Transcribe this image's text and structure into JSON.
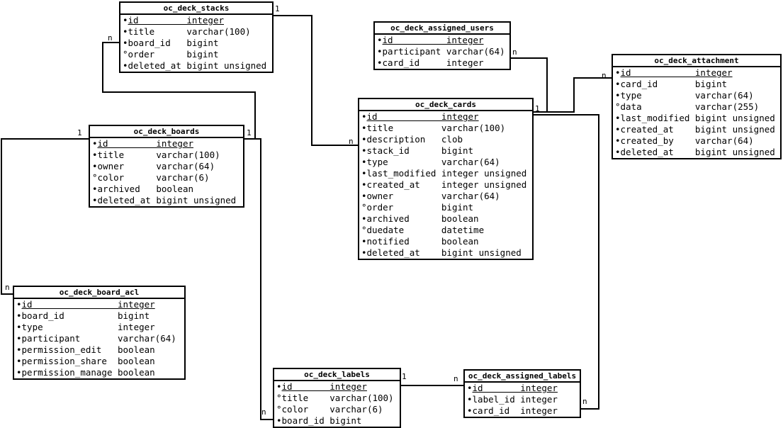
{
  "diagram": {
    "colors": {
      "line": "#000000",
      "background": "#ffffff",
      "text": "#000000"
    },
    "icons": {
      "required_bullet": "•",
      "nullable_bullet": "°"
    },
    "tables": [
      {
        "title": "oc_deck_stacks",
        "fields": [
          {
            "name": "id",
            "type": "integer",
            "pk": true,
            "nullable": false
          },
          {
            "name": "title",
            "type": "varchar(100)",
            "pk": false,
            "nullable": false
          },
          {
            "name": "board_id",
            "type": "bigint",
            "pk": false,
            "nullable": false
          },
          {
            "name": "order",
            "type": "bigint",
            "pk": false,
            "nullable": true
          },
          {
            "name": "deleted_at",
            "type": "bigint unsigned",
            "pk": false,
            "nullable": false
          }
        ]
      },
      {
        "title": "oc_deck_assigned_users",
        "fields": [
          {
            "name": "id",
            "type": "integer",
            "pk": true,
            "nullable": false
          },
          {
            "name": "participant",
            "type": "varchar(64)",
            "pk": false,
            "nullable": false
          },
          {
            "name": "card_id",
            "type": "integer",
            "pk": false,
            "nullable": false
          }
        ]
      },
      {
        "title": "oc_deck_attachment",
        "fields": [
          {
            "name": "id",
            "type": "integer",
            "pk": true,
            "nullable": false
          },
          {
            "name": "card_id",
            "type": "bigint",
            "pk": false,
            "nullable": false
          },
          {
            "name": "type",
            "type": "varchar(64)",
            "pk": false,
            "nullable": false
          },
          {
            "name": "data",
            "type": "varchar(255)",
            "pk": false,
            "nullable": true
          },
          {
            "name": "last_modified",
            "type": "bigint unsigned",
            "pk": false,
            "nullable": false
          },
          {
            "name": "created_at",
            "type": "bigint unsigned",
            "pk": false,
            "nullable": false
          },
          {
            "name": "created_by",
            "type": "varchar(64)",
            "pk": false,
            "nullable": false
          },
          {
            "name": "deleted_at",
            "type": "bigint unsigned",
            "pk": false,
            "nullable": false
          }
        ]
      },
      {
        "title": "oc_deck_cards",
        "fields": [
          {
            "name": "id",
            "type": "integer",
            "pk": true,
            "nullable": false
          },
          {
            "name": "title",
            "type": "varchar(100)",
            "pk": false,
            "nullable": false
          },
          {
            "name": "description",
            "type": "clob",
            "pk": false,
            "nullable": false
          },
          {
            "name": "stack_id",
            "type": "bigint",
            "pk": false,
            "nullable": false
          },
          {
            "name": "type",
            "type": "varchar(64)",
            "pk": false,
            "nullable": false
          },
          {
            "name": "last_modified",
            "type": "integer unsigned",
            "pk": false,
            "nullable": false
          },
          {
            "name": "created_at",
            "type": "integer unsigned",
            "pk": false,
            "nullable": false
          },
          {
            "name": "owner",
            "type": "varchar(64)",
            "pk": false,
            "nullable": false
          },
          {
            "name": "order",
            "type": "bigint",
            "pk": false,
            "nullable": true
          },
          {
            "name": "archived",
            "type": "boolean",
            "pk": false,
            "nullable": false
          },
          {
            "name": "duedate",
            "type": "datetime",
            "pk": false,
            "nullable": true
          },
          {
            "name": "notified",
            "type": "boolean",
            "pk": false,
            "nullable": false
          },
          {
            "name": "deleted_at",
            "type": "bigint unsigned",
            "pk": false,
            "nullable": false
          }
        ]
      },
      {
        "title": "oc_deck_boards",
        "fields": [
          {
            "name": "id",
            "type": "integer",
            "pk": true,
            "nullable": false
          },
          {
            "name": "title",
            "type": "varchar(100)",
            "pk": false,
            "nullable": false
          },
          {
            "name": "owner",
            "type": "varchar(64)",
            "pk": false,
            "nullable": false
          },
          {
            "name": "color",
            "type": "varchar(6)",
            "pk": false,
            "nullable": true
          },
          {
            "name": "archived",
            "type": "boolean",
            "pk": false,
            "nullable": false
          },
          {
            "name": "deleted_at",
            "type": "bigint unsigned",
            "pk": false,
            "nullable": false
          }
        ]
      },
      {
        "title": "oc_deck_board_acl",
        "fields": [
          {
            "name": "id",
            "type": "integer",
            "pk": true,
            "nullable": false
          },
          {
            "name": "board_id",
            "type": "bigint",
            "pk": false,
            "nullable": false
          },
          {
            "name": "type",
            "type": "integer",
            "pk": false,
            "nullable": false
          },
          {
            "name": "participant",
            "type": "varchar(64)",
            "pk": false,
            "nullable": false
          },
          {
            "name": "permission_edit",
            "type": "boolean",
            "pk": false,
            "nullable": false
          },
          {
            "name": "permission_share",
            "type": "boolean",
            "pk": false,
            "nullable": false
          },
          {
            "name": "permission_manage",
            "type": "boolean",
            "pk": false,
            "nullable": false
          }
        ]
      },
      {
        "title": "oc_deck_labels",
        "fields": [
          {
            "name": "id",
            "type": "integer",
            "pk": true,
            "nullable": false
          },
          {
            "name": "title",
            "type": "varchar(100)",
            "pk": false,
            "nullable": true
          },
          {
            "name": "color",
            "type": "varchar(6)",
            "pk": false,
            "nullable": true
          },
          {
            "name": "board_id",
            "type": "bigint",
            "pk": false,
            "nullable": false
          }
        ]
      },
      {
        "title": "oc_deck_assigned_labels",
        "fields": [
          {
            "name": "id",
            "type": "integer",
            "pk": true,
            "nullable": false
          },
          {
            "name": "label_id",
            "type": "integer",
            "pk": false,
            "nullable": false
          },
          {
            "name": "card_id",
            "type": "integer",
            "pk": false,
            "nullable": false
          }
        ]
      }
    ],
    "connections": [
      {
        "from_table": "oc_deck_boards",
        "to_table": "oc_deck_stacks",
        "from_cardinality": "1",
        "to_cardinality": "n"
      },
      {
        "from_table": "oc_deck_stacks",
        "to_table": "oc_deck_cards",
        "from_cardinality": "1",
        "to_cardinality": "n"
      },
      {
        "from_table": "oc_deck_boards",
        "to_table": "oc_deck_board_acl",
        "from_cardinality": "1",
        "to_cardinality": "n"
      },
      {
        "from_table": "oc_deck_cards",
        "to_table": "oc_deck_assigned_users",
        "from_cardinality": "1",
        "to_cardinality": "n"
      },
      {
        "from_table": "oc_deck_cards",
        "to_table": "oc_deck_attachment",
        "from_cardinality": "1",
        "to_cardinality": "n"
      },
      {
        "from_table": "oc_deck_cards",
        "to_table": "oc_deck_assigned_labels",
        "from_cardinality": "1",
        "to_cardinality": "n"
      },
      {
        "from_table": "oc_deck_labels",
        "to_table": "oc_deck_assigned_labels",
        "from_cardinality": "1",
        "to_cardinality": "n"
      },
      {
        "from_table": "oc_deck_boards",
        "to_table": "oc_deck_labels",
        "from_cardinality": "1",
        "to_cardinality": "n"
      }
    ]
  }
}
